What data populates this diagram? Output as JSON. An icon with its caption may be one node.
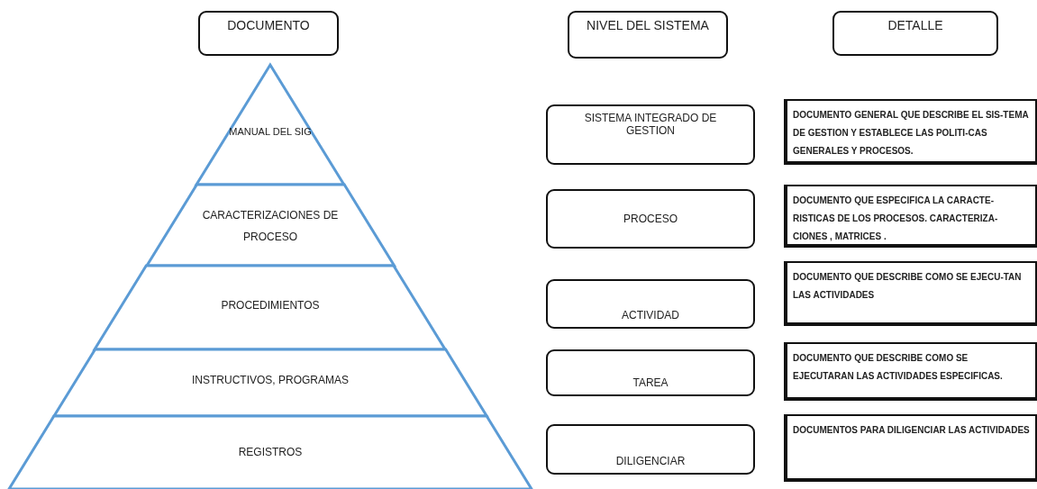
{
  "diagram": {
    "nodes": [
      {
        "text": [
          "DOCUMENTO"
        ]
      },
      {
        "text": [
          "NIVEL DEL SISTEMA"
        ]
      },
      {
        "text": [
          "DETALLE"
        ]
      },
      {
        "text": [
          "MANUAL DEL SIG"
        ]
      },
      {
        "text": [
          "CARACTERIZACIONES DE PROCESO"
        ]
      },
      {
        "text": [
          "PROCEDIMIENTOS"
        ]
      },
      {
        "text": [
          "INSTRUCTIVOS, PROGRAMAS"
        ]
      },
      {
        "text": [
          "REGISTROS"
        ]
      },
      {
        "text": [
          "SISTEMA INTEGRADO DE GESTION"
        ]
      },
      {
        "text": [
          "PROCESO"
        ]
      },
      {
        "text": [
          "ACTIVIDAD"
        ]
      },
      {
        "text": [
          "TAREA"
        ]
      },
      {
        "text": [
          "DILIGENCIAR"
        ]
      },
      {
        "text": [
          "DOCUMENTO GENERAL QUE DESCRIBE EL SIS-TEMA DE GESTION Y ESTABLECE LAS POLITI-CAS GENERALES Y PROCESOS."
        ]
      },
      {
        "text": [
          "DOCUMENTO QUE ESPECIFICA LA CARACTE-RISTICAS DE LOS PROCESOS. CARACTERIZA-CIONES , MATRICES ."
        ]
      },
      {
        "text": [
          "DOCUMENTO QUE DESCRIBE COMO SE EJECU-TAN LAS ACTIVIDADES"
        ]
      },
      {
        "text": [
          "DOCUMENTO QUE DESCRIBE COMO SE EJECUTARAN LAS ACTIVIDADES ESPECIFICAS."
        ]
      },
      {
        "text": [
          "DOCUMENTOS PARA DILIGENCIAR LAS ACTIVIDADES"
        ]
      }
    ]
  }
}
